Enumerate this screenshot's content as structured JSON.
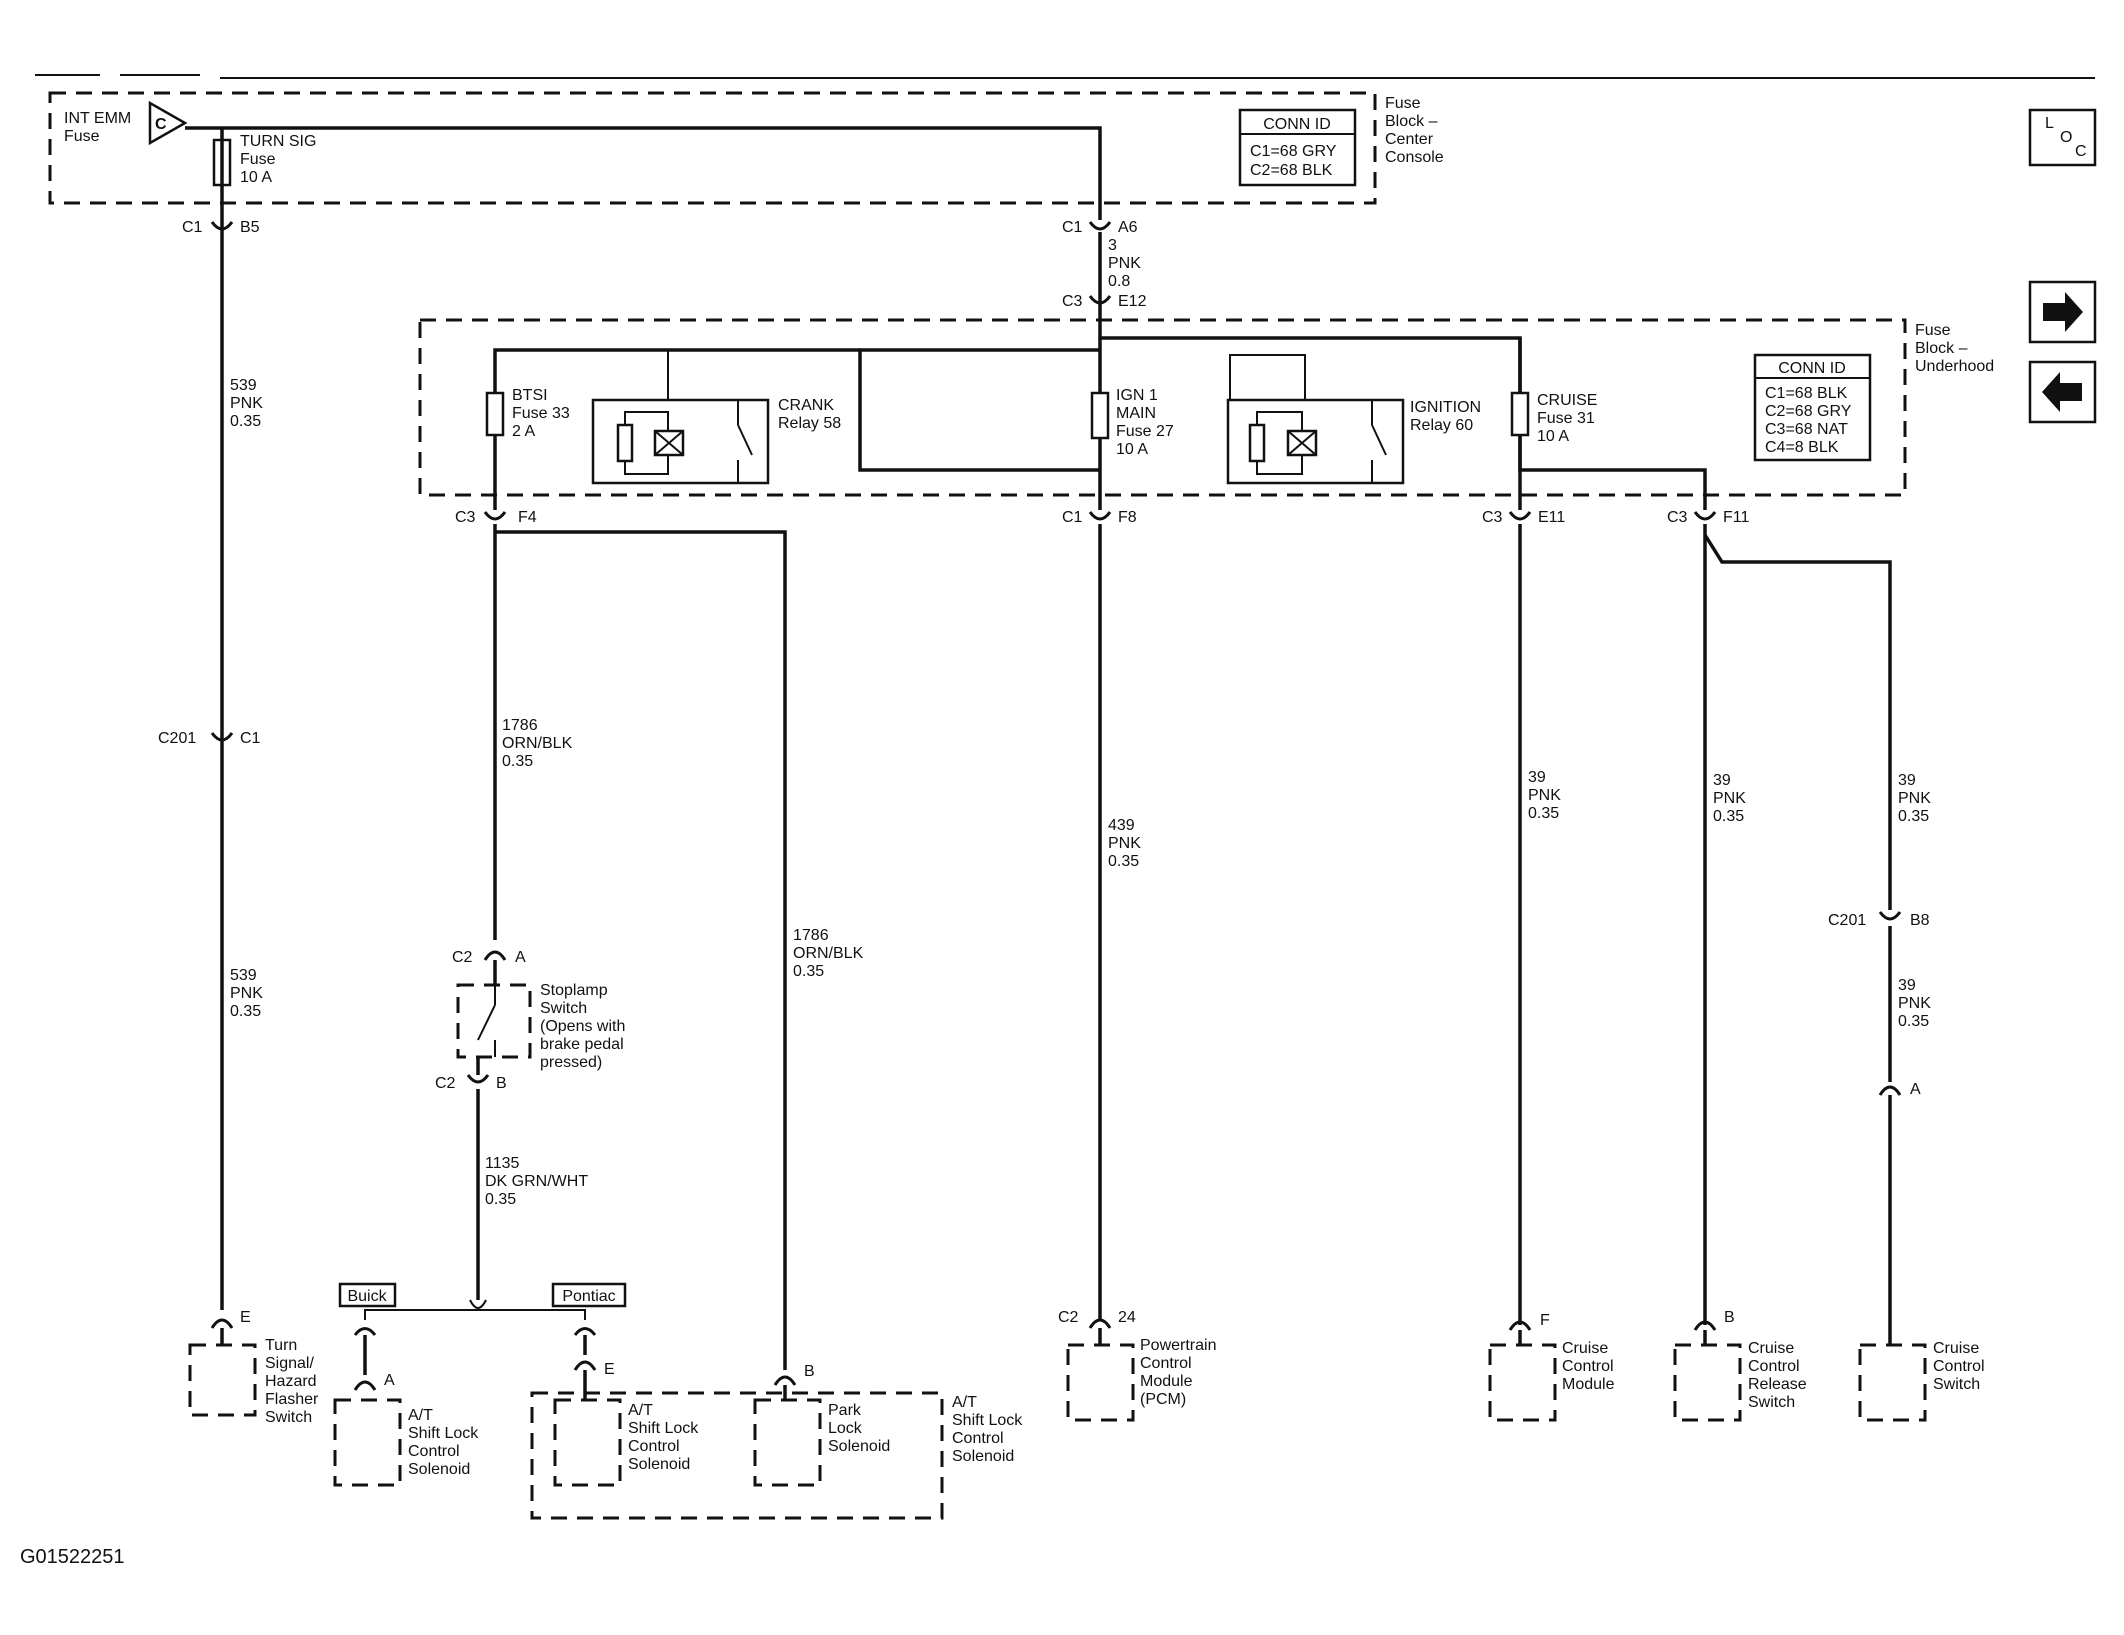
{
  "fuse_block_center": {
    "title_lines": [
      "Fuse",
      "Block –",
      "Center",
      "Console"
    ],
    "supply_label_lines": [
      "INT EMM",
      "Fuse"
    ],
    "supply_marker": "C",
    "turn_sig_fuse_lines": [
      "TURN SIG",
      "Fuse",
      "10 A"
    ],
    "conn_id": {
      "header": "CONN ID",
      "rows": [
        "C1=68 GRY",
        "C2=68 BLK"
      ]
    }
  },
  "fuse_block_underhood": {
    "title_lines": [
      "Fuse",
      "Block –",
      "Underhood"
    ],
    "conn_id": {
      "header": "CONN ID",
      "rows": [
        "C1=68 BLK",
        "C2=68 GRY",
        "C3=68 NAT",
        "C4=8 BLK"
      ]
    },
    "btsi_fuse_lines": [
      "BTSI",
      "Fuse 33",
      "2 A"
    ],
    "crank_relay_lines": [
      "CRANK",
      "Relay 58"
    ],
    "ign1_fuse_lines": [
      "IGN 1",
      "MAIN",
      "Fuse 27",
      "10 A"
    ],
    "ignition_relay_lines": [
      "IGNITION",
      "Relay 60"
    ],
    "cruise_fuse_lines": [
      "CRUISE",
      "Fuse 31",
      "10 A"
    ]
  },
  "connectors": {
    "c1_b5": {
      "id": "C1",
      "pin": "B5"
    },
    "c1_a6": {
      "id": "C1",
      "pin": "A6"
    },
    "c3_e12": {
      "id": "C3",
      "pin": "E12"
    },
    "c3_f4": {
      "id": "C3",
      "pin": "F4"
    },
    "c1_f8": {
      "id": "C1",
      "pin": "F8"
    },
    "c3_e11": {
      "id": "C3",
      "pin": "E11"
    },
    "c3_f11": {
      "id": "C3",
      "pin": "F11"
    },
    "c201_c1": {
      "id": "C201",
      "pin": "C1"
    },
    "c2_a": {
      "id": "C2",
      "pin": "A"
    },
    "c2_b": {
      "id": "C2",
      "pin": "B"
    },
    "c201_b8": {
      "id": "C201",
      "pin": "B8"
    },
    "c2_24": {
      "id": "C2",
      "pin": "24"
    },
    "pin_e_turn": "E",
    "pin_a_buick": "A",
    "pin_e_pontiac": "E",
    "pin_b_park": "B",
    "pin_f_cruise": "F",
    "pin_b_release": "B",
    "pin_a_cruise_switch": "A"
  },
  "wires": {
    "w3": [
      "3",
      "PNK",
      "0.8"
    ],
    "w539_upper": [
      "539",
      "PNK",
      "0.35"
    ],
    "w539_lower": [
      "539",
      "PNK",
      "0.35"
    ],
    "w1786_left": [
      "1786",
      "ORN/BLK",
      "0.35"
    ],
    "w1786_right": [
      "1786",
      "ORN/BLK",
      "0.35"
    ],
    "w1135": [
      "1135",
      "DK GRN/WHT",
      "0.35"
    ],
    "w439": [
      "439",
      "PNK",
      "0.35"
    ],
    "w39_a": [
      "39",
      "PNK",
      "0.35"
    ],
    "w39_b": [
      "39",
      "PNK",
      "0.35"
    ],
    "w39_c": [
      "39",
      "PNK",
      "0.35"
    ],
    "w39_d": [
      "39",
      "PNK",
      "0.35"
    ]
  },
  "components": {
    "stoplamp_switch_lines": [
      "Stoplamp",
      "Switch",
      "(Opens with",
      "brake pedal",
      "pressed)"
    ],
    "turn_signal_lines": [
      "Turn",
      "Signal/",
      "Hazard",
      "Flasher",
      "Switch"
    ],
    "buick_label": "Buick",
    "pontiac_label": "Pontiac",
    "at_solenoid_buick_lines": [
      "A/T",
      "Shift Lock",
      "Control",
      "Solenoid"
    ],
    "at_solenoid_pontiac_lines": [
      "A/T",
      "Shift Lock",
      "Control",
      "Solenoid"
    ],
    "park_lock_lines": [
      "Park",
      "Lock",
      "Solenoid"
    ],
    "at_shift_lock_group_lines": [
      "A/T",
      "Shift Lock",
      "Control",
      "Solenoid"
    ],
    "pcm_lines": [
      "Powertrain",
      "Control",
      "Module",
      "(PCM)"
    ],
    "cruise_module_lines": [
      "Cruise",
      "Control",
      "Module"
    ],
    "cruise_release_lines": [
      "Cruise",
      "Control",
      "Release",
      "Switch"
    ],
    "cruise_switch_lines": [
      "Cruise",
      "Control",
      "Switch"
    ]
  },
  "nav": {
    "loc_letters": [
      "L",
      "O",
      "C"
    ],
    "forward_icon": "arrow-right-icon",
    "back_icon": "arrow-left-icon"
  },
  "figure_code": "G01522251"
}
